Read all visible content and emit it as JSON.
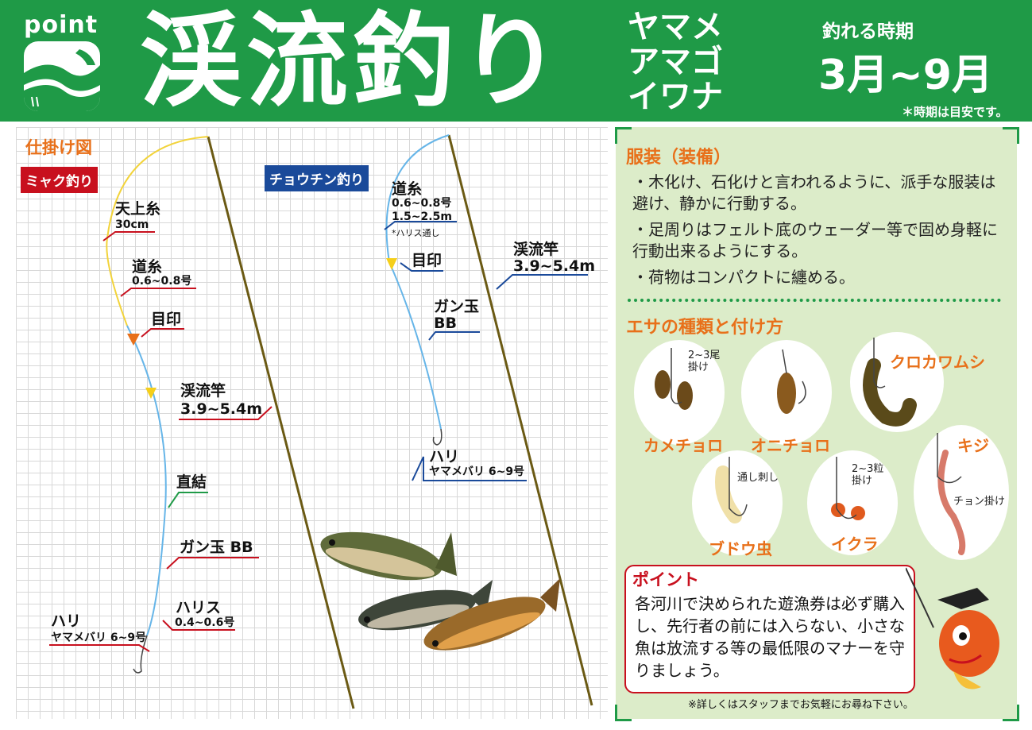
{
  "header": {
    "logo_text": "point",
    "title": "渓流釣り",
    "fish": [
      "ヤマメ",
      "アマゴ",
      "イワナ"
    ],
    "season_label": "釣れる時期",
    "season_value": "3月~9月",
    "season_note": "＊時期は目安です。"
  },
  "rigging": {
    "section_title": "仕掛け図",
    "miyaku": {
      "tag": "ミャク釣り",
      "tenjou_ito": "天上糸",
      "tenjou_ito_spec": "30cm",
      "michiito": "道糸",
      "michiito_spec": "0.6~0.8号",
      "mejirushi": "目印",
      "rod": "渓流竿",
      "rod_spec": "3.9~5.4m",
      "direct": "直結",
      "gandama": "ガン玉 BB",
      "harisu": "ハリス",
      "harisu_spec": "0.4~0.6号",
      "hari": "ハリ",
      "hari_spec": "ヤマメバリ 6~9号"
    },
    "chouchin": {
      "tag": "チョウチン釣り",
      "michiito": "道糸",
      "michiito_spec1": "0.6~0.8号",
      "michiito_spec2": "1.5~2.5m",
      "michiito_note": "*ハリス通し",
      "mejirushi": "目印",
      "rod": "渓流竿",
      "rod_spec": "3.9~5.4m",
      "gandama": "ガン玉",
      "gandama_spec": "BB",
      "hari": "ハリ",
      "hari_spec": "ヤマメバリ 6~9号"
    }
  },
  "equipment": {
    "heading": "服装（装備）",
    "bullets": [
      "・木化け、石化けと言われるように、派手な服装は避け、静かに行動する。",
      "・足周りはフェルト底のウェーダー等で固め身軽に行動出来るようにする。",
      "・荷物はコンパクトに纏める。"
    ]
  },
  "bait": {
    "heading": "エサの種類と付け方",
    "items": [
      {
        "name": "カメチョロ",
        "note": "2~3尾掛け"
      },
      {
        "name": "オニチョロ",
        "note": ""
      },
      {
        "name": "クロカワムシ",
        "note": ""
      },
      {
        "name": "ブドウ虫",
        "note": "通し刺し"
      },
      {
        "name": "イクラ",
        "note": "2~3粒掛け"
      },
      {
        "name": "キジ",
        "note": "チョン掛け"
      }
    ]
  },
  "point": {
    "title": "ポイント",
    "text": "各河川で決められた遊漁券は必ず購入し、先行者の前には入らない、小さな魚は放流する等の最低限のマナーを守りましょう。"
  },
  "footnote": "※詳しくはスタッフまでお気軽にお尋ね下さい。",
  "colors": {
    "brand_green": "#1f9a47",
    "accent_orange": "#e8701a",
    "miyaku_red": "#c8101e",
    "chouchin_blue": "#1a4a9a",
    "panel_bg": "#dcecc9"
  }
}
